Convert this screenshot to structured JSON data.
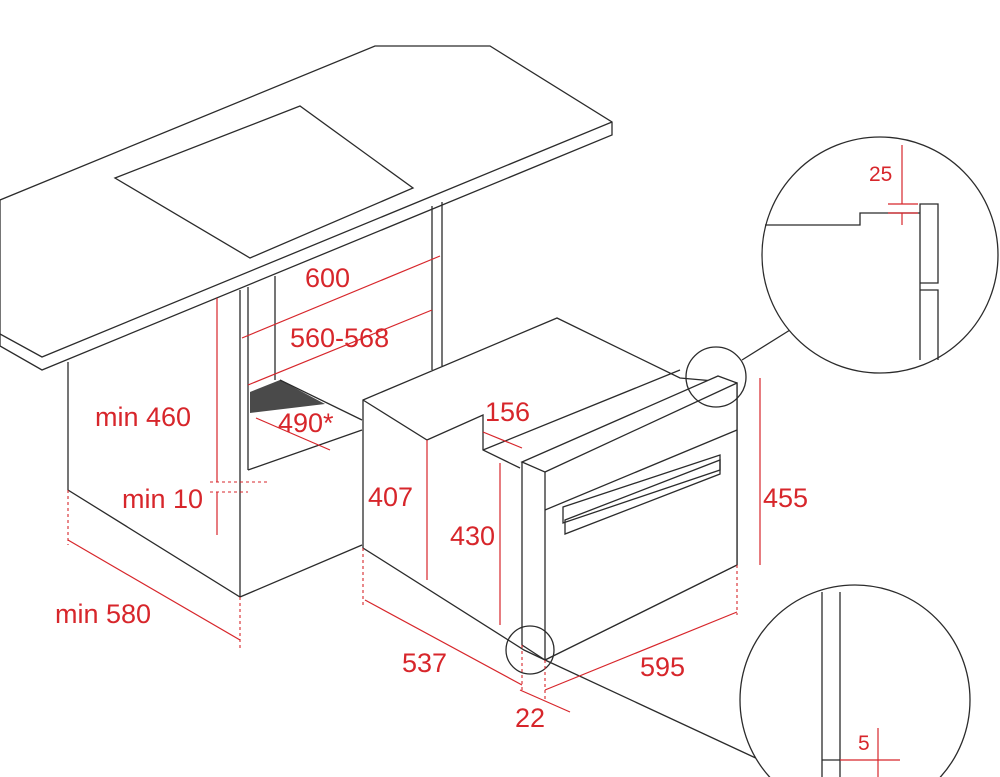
{
  "colors": {
    "line": "#2b2b2b",
    "dimension": "#d7262b",
    "shelf": "#4a4a4a"
  },
  "dimensions": {
    "cutout_width": "600",
    "niche_width": "560-568",
    "niche_height": "min 460",
    "shelf_depth": "490*",
    "bottom_gap": "min 10",
    "niche_depth": "min 580",
    "top_step": "156",
    "rear_height": "407",
    "front_height": "430",
    "oven_height": "455",
    "oven_depth": "537",
    "oven_width": "595",
    "front_panel": "22",
    "detail_top_gap": "25",
    "detail_bottom_gap": "5"
  }
}
